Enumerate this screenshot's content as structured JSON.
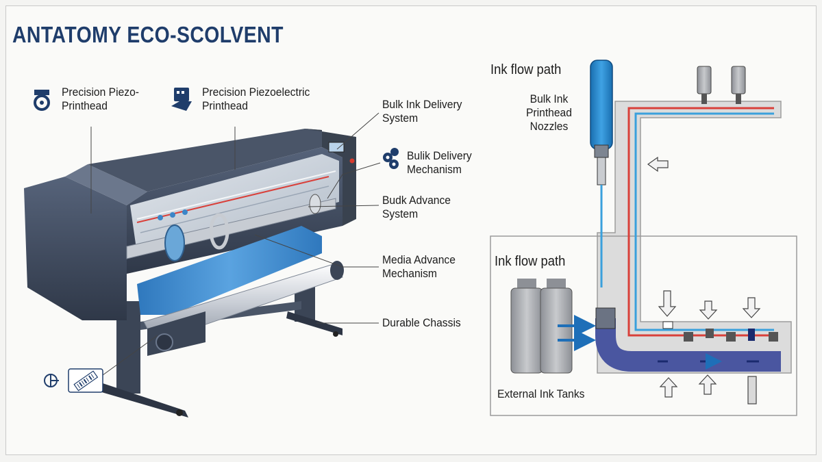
{
  "title": "ANTATOMY ECO-SCOLVENT",
  "labels": {
    "precision_piezo": "Precision Piezo-\nPrinthead",
    "precision_piezoelectric": "Precision Piezoelectric\nPrinthead",
    "bulk_ink_delivery": "Bulk Ink Delivery\nSystem",
    "bulik_delivery": "Bulik Delivery\nMechanism",
    "budk_advance": "Budk Advance\nSystem",
    "media_advance": "Media Advance\nMechanism",
    "durable_chassis": "Durable Chassis",
    "ink_flow_path_top": "Ink flow path",
    "bulk_ink_nozzles": "Bulk Ink\nPrinthead\nNozzles",
    "ink_flow_path_inset": "Ink flow path",
    "external_tanks": "External Ink Tanks"
  },
  "colors": {
    "title": "#1f3d6b",
    "chassis": "#3f4b5d",
    "media_blue": "#3b86c8",
    "ink_red": "#d9403a",
    "ink_blue": "#3aa0dc",
    "channel_navy": "#4a56a0",
    "panel_gray": "#d9d9d9"
  },
  "icons": [
    "printhead-icon",
    "piezo-chip-icon",
    "delivery-gears-icon",
    "barcode-icon",
    "plug-icon"
  ]
}
